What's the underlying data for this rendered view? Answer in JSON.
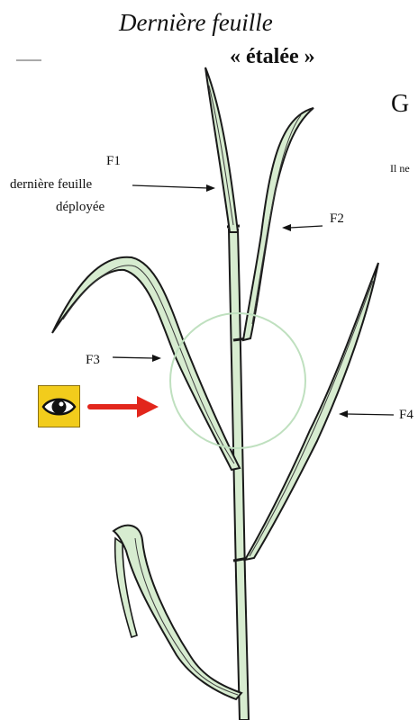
{
  "title": {
    "line1": "Dernière feuille",
    "line2": "« étalée »"
  },
  "cut_off_text": {
    "heading": "G",
    "body": "Il ne"
  },
  "leaves": [
    {
      "code": "F1",
      "description_line1": "dernière feuille",
      "description_line2": "déployée"
    },
    {
      "code": "F2"
    },
    {
      "code": "F3"
    },
    {
      "code": "F4"
    }
  ],
  "icons": {
    "observation": "eye-icon",
    "pointer": "red-arrow-icon"
  },
  "colors": {
    "leaf_fill": "#d7ecd0",
    "leaf_outline": "#1a1a1a",
    "highlight_circle": "#bfe0bf",
    "eye_badge": "#f2cc1c",
    "red_arrow": "#e2261c"
  }
}
